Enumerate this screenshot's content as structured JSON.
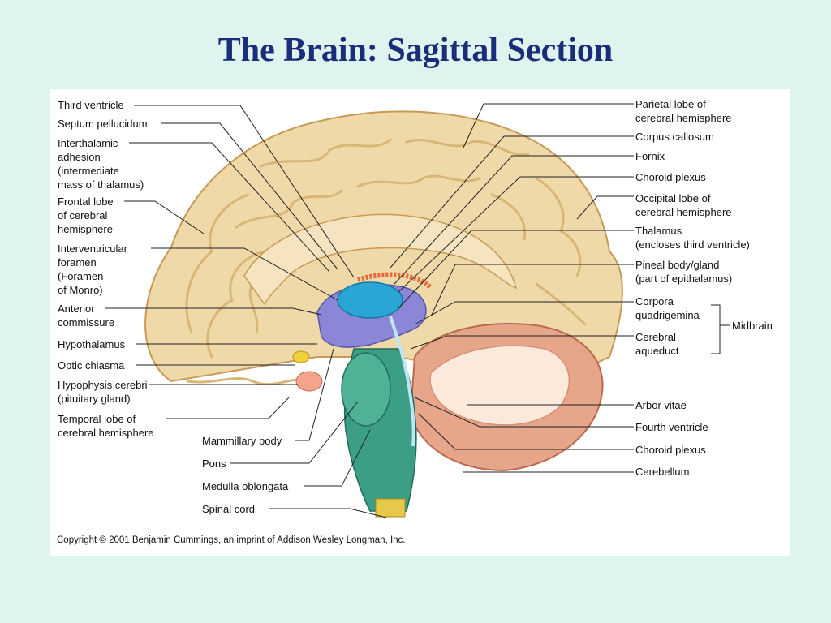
{
  "title": "The Brain: Sagittal Section",
  "labels_left": {
    "third_ventricle": "Third ventricle",
    "septum_pellucidum": "Septum pellucidum",
    "interthalamic_adhesion": [
      "Interthalamic",
      "adhesion",
      "(intermediate",
      "mass of thalamus)"
    ],
    "frontal_lobe": [
      "Frontal lobe",
      "of cerebral",
      "hemisphere"
    ],
    "interventricular_foramen": [
      "Interventricular",
      "foramen",
      "(Foramen",
      "of Monro)"
    ],
    "anterior_commissure": [
      "Anterior",
      "commissure"
    ],
    "hypothalamus": "Hypothalamus",
    "optic_chiasma": "Optic chiasma",
    "hypophysis": [
      "Hypophysis cerebri",
      "(pituitary gland)"
    ],
    "temporal_lobe": [
      "Temporal lobe of",
      "cerebral hemisphere"
    ],
    "mammillary_body": "Mammillary body",
    "pons": "Pons",
    "medulla": "Medulla oblongata",
    "spinal_cord": "Spinal cord"
  },
  "labels_right": {
    "parietal_lobe": [
      "Parietal lobe of",
      "cerebral hemisphere"
    ],
    "corpus_callosum": "Corpus callosum",
    "fornix": "Fornix",
    "choroid_plexus_upper": "Choroid plexus",
    "occipital_lobe": [
      "Occipital lobe of",
      "cerebral hemisphere"
    ],
    "thalamus": [
      "Thalamus",
      "(encloses third ventricle)"
    ],
    "pineal": [
      "Pineal body/gland",
      "(part of epithalamus)"
    ],
    "corpora_quadrigemina": [
      "Corpora",
      "quadrigemina"
    ],
    "cerebral_aqueduct": [
      "Cerebral",
      "aqueduct"
    ],
    "midbrain": "Midbrain",
    "arbor_vitae": "Arbor vitae",
    "fourth_ventricle": "Fourth ventricle",
    "choroid_plexus_lower": "Choroid plexus",
    "cerebellum": "Cerebellum"
  },
  "copyright": "Copyright © 2001 Benjamin Cummings, an imprint of Addison Wesley Longman, Inc.",
  "colors": {
    "background": "#dff3ef",
    "title": "#1a2d79",
    "cortex": "#f0d9a8",
    "cortex_dark": "#d9b676",
    "ventricle": "#2aa6d6",
    "diencephalon": "#8c86d8",
    "brainstem": "#3d9e86",
    "cerebellum": "#e7a589",
    "pituitary": "#f4a48c",
    "optic": "#f3d13a"
  }
}
